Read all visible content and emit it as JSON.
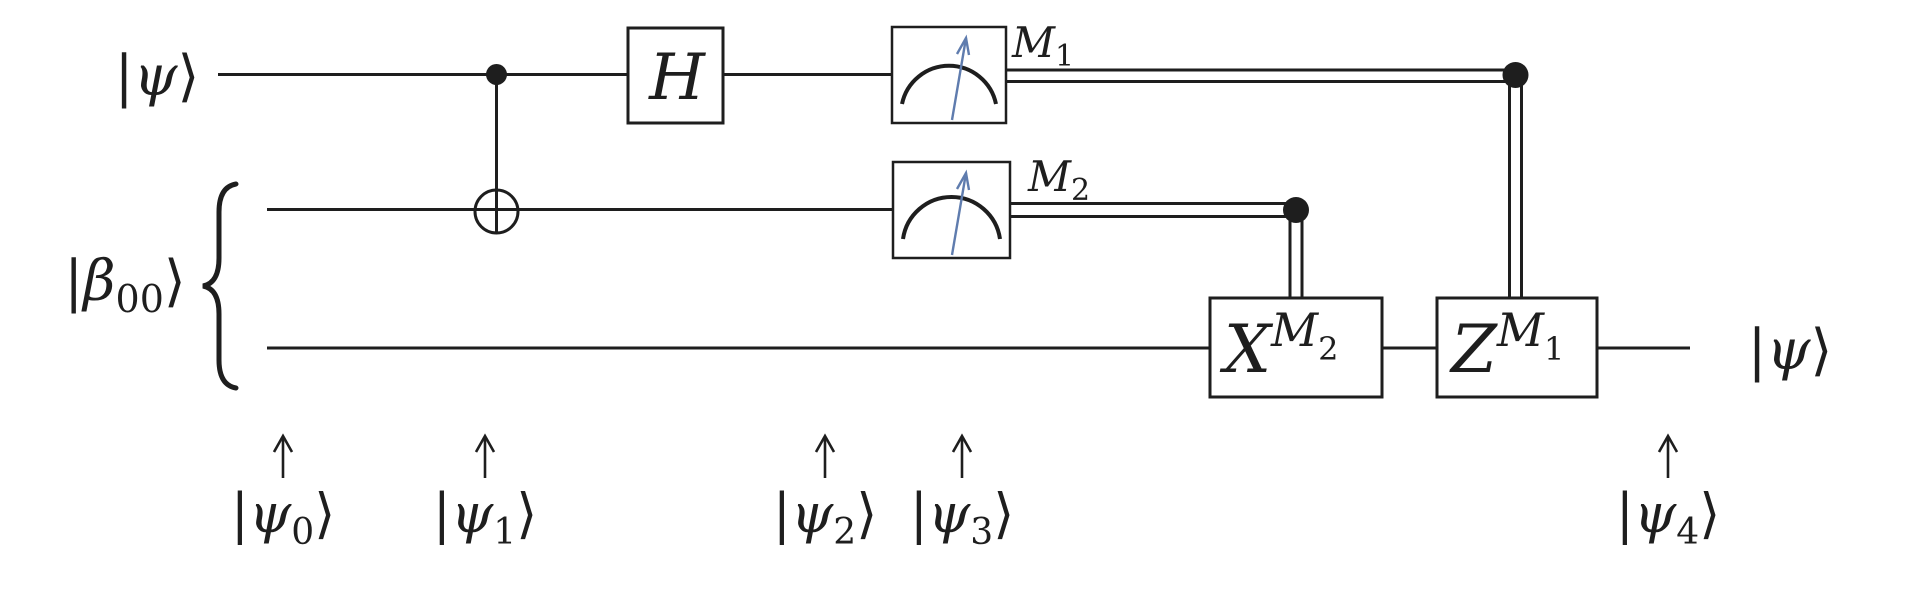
{
  "colors": {
    "ink": "#1e1e1e",
    "needle": "#5f7cae",
    "background": "#ffffff"
  },
  "icons": {
    "up_arrow": "↑",
    "measurement_meter": "dial-with-needle",
    "cnot_control": "filled-dot",
    "cnot_target": "circled-plus"
  },
  "input_labels": {
    "psi": {
      "bar": "|",
      "symbol": "ψ",
      "ket": "⟩"
    },
    "beta": {
      "bar": "|",
      "symbol": "β",
      "subscript": "00",
      "ket": "⟩"
    }
  },
  "gates": {
    "hadamard": {
      "label": "H"
    },
    "x_correction": {
      "base": "X",
      "exp_letter": "M",
      "exp_sub": "2"
    },
    "z_correction": {
      "base": "Z",
      "exp_letter": "M",
      "exp_sub": "1"
    }
  },
  "measurements": {
    "m1": {
      "letter": "M",
      "sub": "1"
    },
    "m2": {
      "letter": "M",
      "sub": "2"
    }
  },
  "output_label": {
    "bar": "|",
    "symbol": "ψ",
    "ket": "⟩"
  },
  "state_markers": [
    {
      "arrow": "↑",
      "bar": "|",
      "symbol": "ψ",
      "subscript": "0",
      "ket": "⟩"
    },
    {
      "arrow": "↑",
      "bar": "|",
      "symbol": "ψ",
      "subscript": "1",
      "ket": "⟩"
    },
    {
      "arrow": "↑",
      "bar": "|",
      "symbol": "ψ",
      "subscript": "2",
      "ket": "⟩"
    },
    {
      "arrow": "↑",
      "bar": "|",
      "symbol": "ψ",
      "subscript": "3",
      "ket": "⟩"
    },
    {
      "arrow": "↑",
      "bar": "|",
      "symbol": "ψ",
      "subscript": "4",
      "ket": "⟩"
    }
  ]
}
